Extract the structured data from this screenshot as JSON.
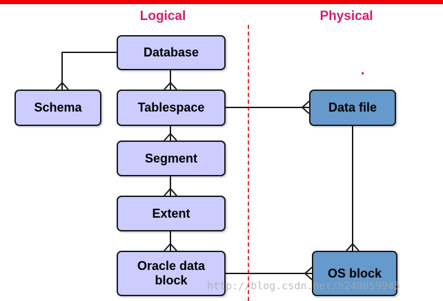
{
  "headers": {
    "logical": "Logical",
    "physical": "Physical"
  },
  "entities": {
    "database": "Database",
    "schema": "Schema",
    "tablespace": "Tablespace",
    "segment": "Segment",
    "extent": "Extent",
    "oracle_data_block_line1": "Oracle data",
    "oracle_data_block_line2": "block",
    "data_file": "Data file",
    "os_block": "OS block"
  },
  "watermark": "http://blog.csdn.net/h249059945",
  "colors": {
    "top_bar": "#ee0000",
    "header_text": "#d81b6f",
    "divider": "#e03030",
    "logical_fill": "#ccccff",
    "physical_fill": "#6699cc",
    "outline": "#1a1a1a"
  }
}
